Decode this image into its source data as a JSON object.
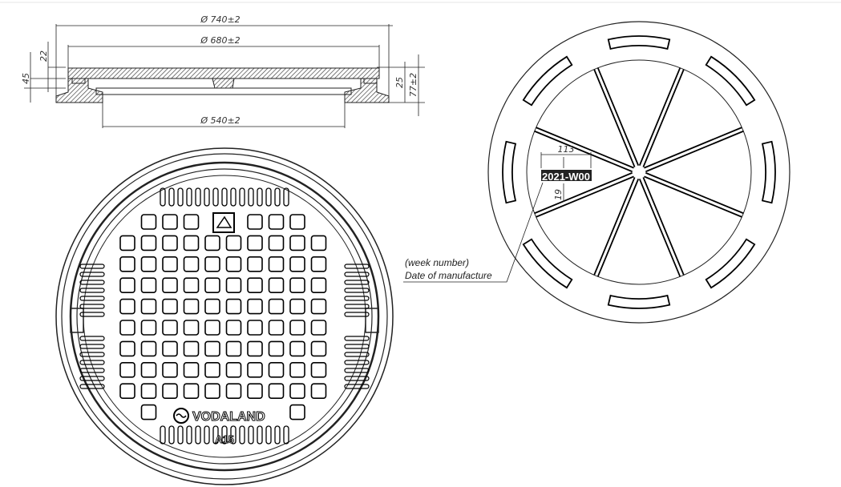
{
  "section_view": {
    "dim_outer_diameter": "Ø 740±2",
    "dim_cover_diameter": "Ø 680±2",
    "dim_opening_diameter": "Ø 540±2",
    "dim_cover_thickness": "22",
    "dim_frame_depth": "45",
    "dim_rib_height": "25",
    "dim_total_height": "77±2"
  },
  "top_view": {
    "brand": "VODALAND",
    "load_class": "A15"
  },
  "bottom_view": {
    "date_stamp": "2021-W00",
    "dim_stamp_width": "113",
    "dim_stamp_height": "19",
    "callout_line1": "(week number)",
    "callout_line2": "Date of manufacture"
  }
}
